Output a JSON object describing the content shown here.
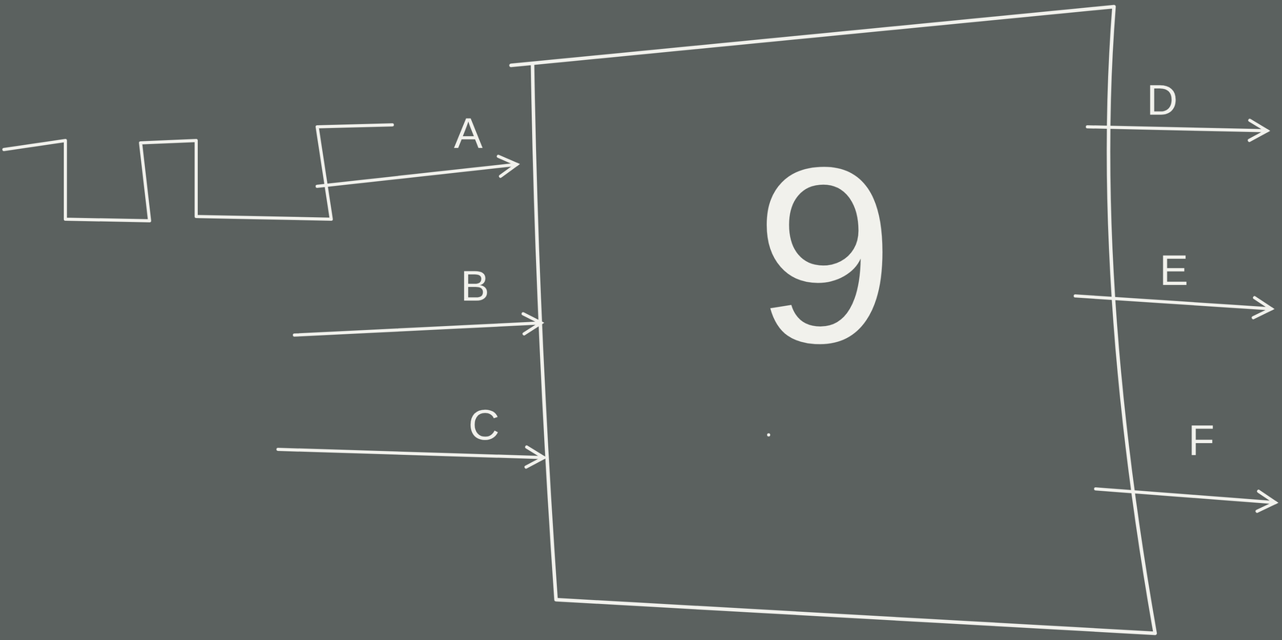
{
  "diagram": {
    "nodes": [
      {
        "text": [
          "9"
        ]
      }
    ],
    "labels": [
      "A",
      "B",
      "C",
      "D",
      "E",
      "F"
    ]
  }
}
